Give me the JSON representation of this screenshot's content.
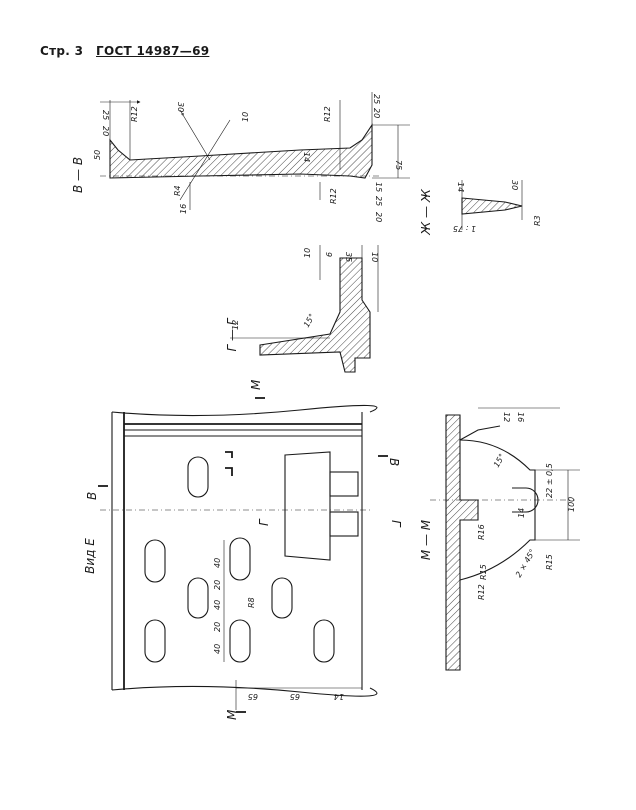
{
  "header": {
    "page": "Стр. 3",
    "standard": "ГОСТ 14987—69"
  },
  "views": {
    "section_vv": {
      "label": "В — В",
      "dims": [
        "25",
        "20",
        "30°",
        "R12",
        "10",
        "R12",
        "20",
        "25",
        "50",
        "75",
        "14",
        "R4",
        "16",
        "R12",
        "15",
        "25",
        "20"
      ]
    },
    "section_zhzh": {
      "label": "Ж — Ж",
      "dims": [
        "14",
        "30",
        "1 : 75",
        "R3"
      ]
    },
    "section_gg": {
      "label": "Г — Г",
      "dims": [
        "10",
        "9",
        "35",
        "10",
        "12",
        "15°"
      ]
    },
    "view_e": {
      "label": "Вид  Е",
      "cut_marks": [
        "М",
        "В",
        "Г",
        "Г",
        "В",
        "М"
      ],
      "dims": [
        "40",
        "20",
        "40",
        "20",
        "40",
        "R8",
        "65",
        "65",
        "14"
      ]
    },
    "section_mm": {
      "label": "М — М",
      "dims": [
        "12",
        "16",
        "15°",
        "22 ± 0,5",
        "100",
        "14",
        "R16",
        "R12",
        "R15",
        "2 × 45°",
        "R15"
      ]
    }
  }
}
